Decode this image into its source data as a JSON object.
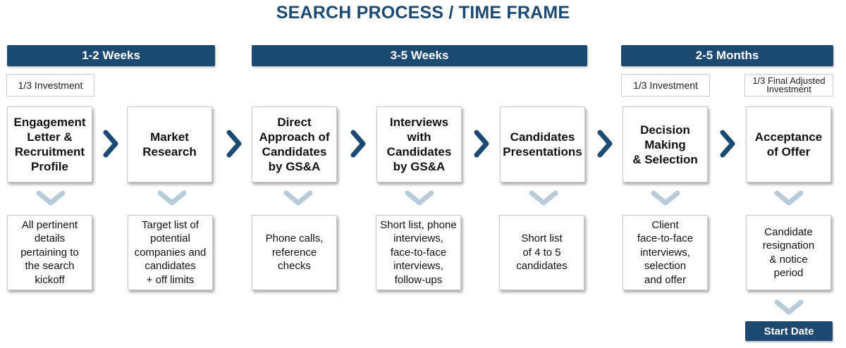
{
  "title": "SEARCH PROCESS / TIME FRAME",
  "phases": [
    {
      "label": "1-2 Weeks"
    },
    {
      "label": "3-5 Weeks"
    },
    {
      "label": "2-5 Months"
    }
  ],
  "investments": [
    {
      "label": "1/3 Investment"
    },
    {
      "label": "1/3 Investment"
    },
    {
      "label": "1/3 Final Adjusted\nInvestment"
    }
  ],
  "steps": [
    {
      "title": "Engagement\nLetter &\nRecruitment\nProfile",
      "detail": "All pertinent\ndetails\npertaining to\nthe search\nkickoff"
    },
    {
      "title": "Market\nResearch",
      "detail": "Target list of\npotential\ncompanies and\ncandidates\n+ off limits"
    },
    {
      "title": "Direct\nApproach of\nCandidates\nby GS&A",
      "detail": "Phone calls,\nreference\nchecks"
    },
    {
      "title": "Interviews\nwith\nCandidates\nby GS&A",
      "detail": "Short list, phone\ninterviews,\nface-to-face\ninterviews,\nfollow-ups"
    },
    {
      "title": "Candidates\nPresentations",
      "detail": "Short list\nof 4 to 5\ncandidates"
    },
    {
      "title": "Decision\nMaking\n& Selection",
      "detail": "Client\nface-to-face\ninterviews,\nselection\nand offer"
    },
    {
      "title": "Acceptance\nof Offer",
      "detail": "Candidate\nresignation\n& notice\nperiod"
    }
  ],
  "final": {
    "label": "Start Date"
  },
  "colors": {
    "primary": "#1c4a72",
    "title": "#1b4a72",
    "chevron_down": "#b8cbd9"
  },
  "icons": {
    "step_connector": "chevron-right-icon",
    "step_to_detail": "chevron-down-icon"
  }
}
